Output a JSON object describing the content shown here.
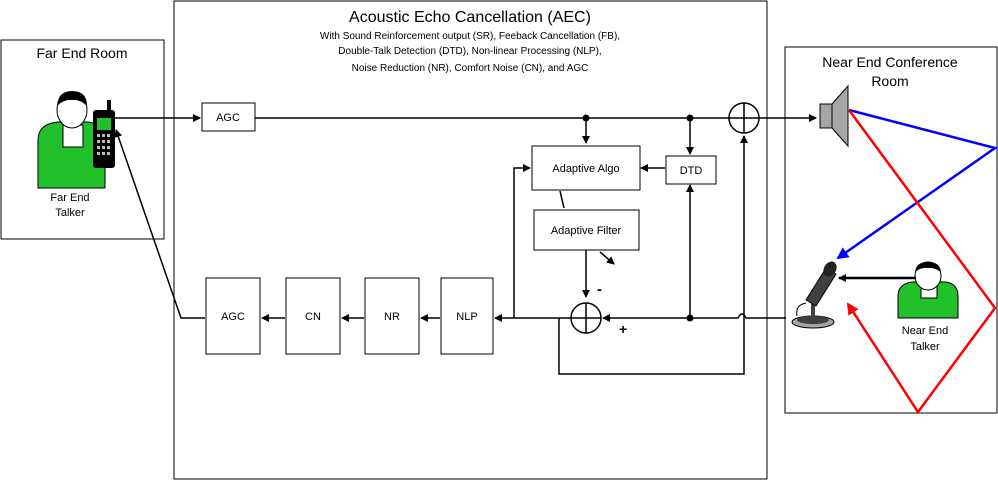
{
  "title": "Acoustic Echo Cancellation (AEC)",
  "subtitle_lines": [
    "With Sound Reinforcement output (SR), Feeback Cancellation (FB),",
    "Double-Talk Detection (DTD), Non-linear Processing (NLP),",
    "Noise Reduction (NR), Comfort Noise (CN), and AGC"
  ],
  "far_end": {
    "room_label": "Far End Room",
    "talker_label_lines": [
      "Far End",
      "Talker"
    ]
  },
  "near_end": {
    "room_label_lines": [
      "Near End Conference",
      "Room"
    ],
    "talker_label_lines": [
      "Near End",
      "Talker"
    ]
  },
  "blocks": {
    "agc_in": "AGC",
    "adaptive_algo": "Adaptive Algo",
    "dtd": "DTD",
    "adaptive_filter": "Adaptive Filter",
    "nlp": "NLP",
    "nr": "NR",
    "cn": "CN",
    "agc_out": "AGC"
  },
  "summer_signs": {
    "minus": "-",
    "plus": "+"
  },
  "colors": {
    "talker_green": "#22c02a",
    "reflection_blue": "#0000ff",
    "reflection_red": "#ff0000",
    "speaker_gray": "#a6a6a6"
  }
}
